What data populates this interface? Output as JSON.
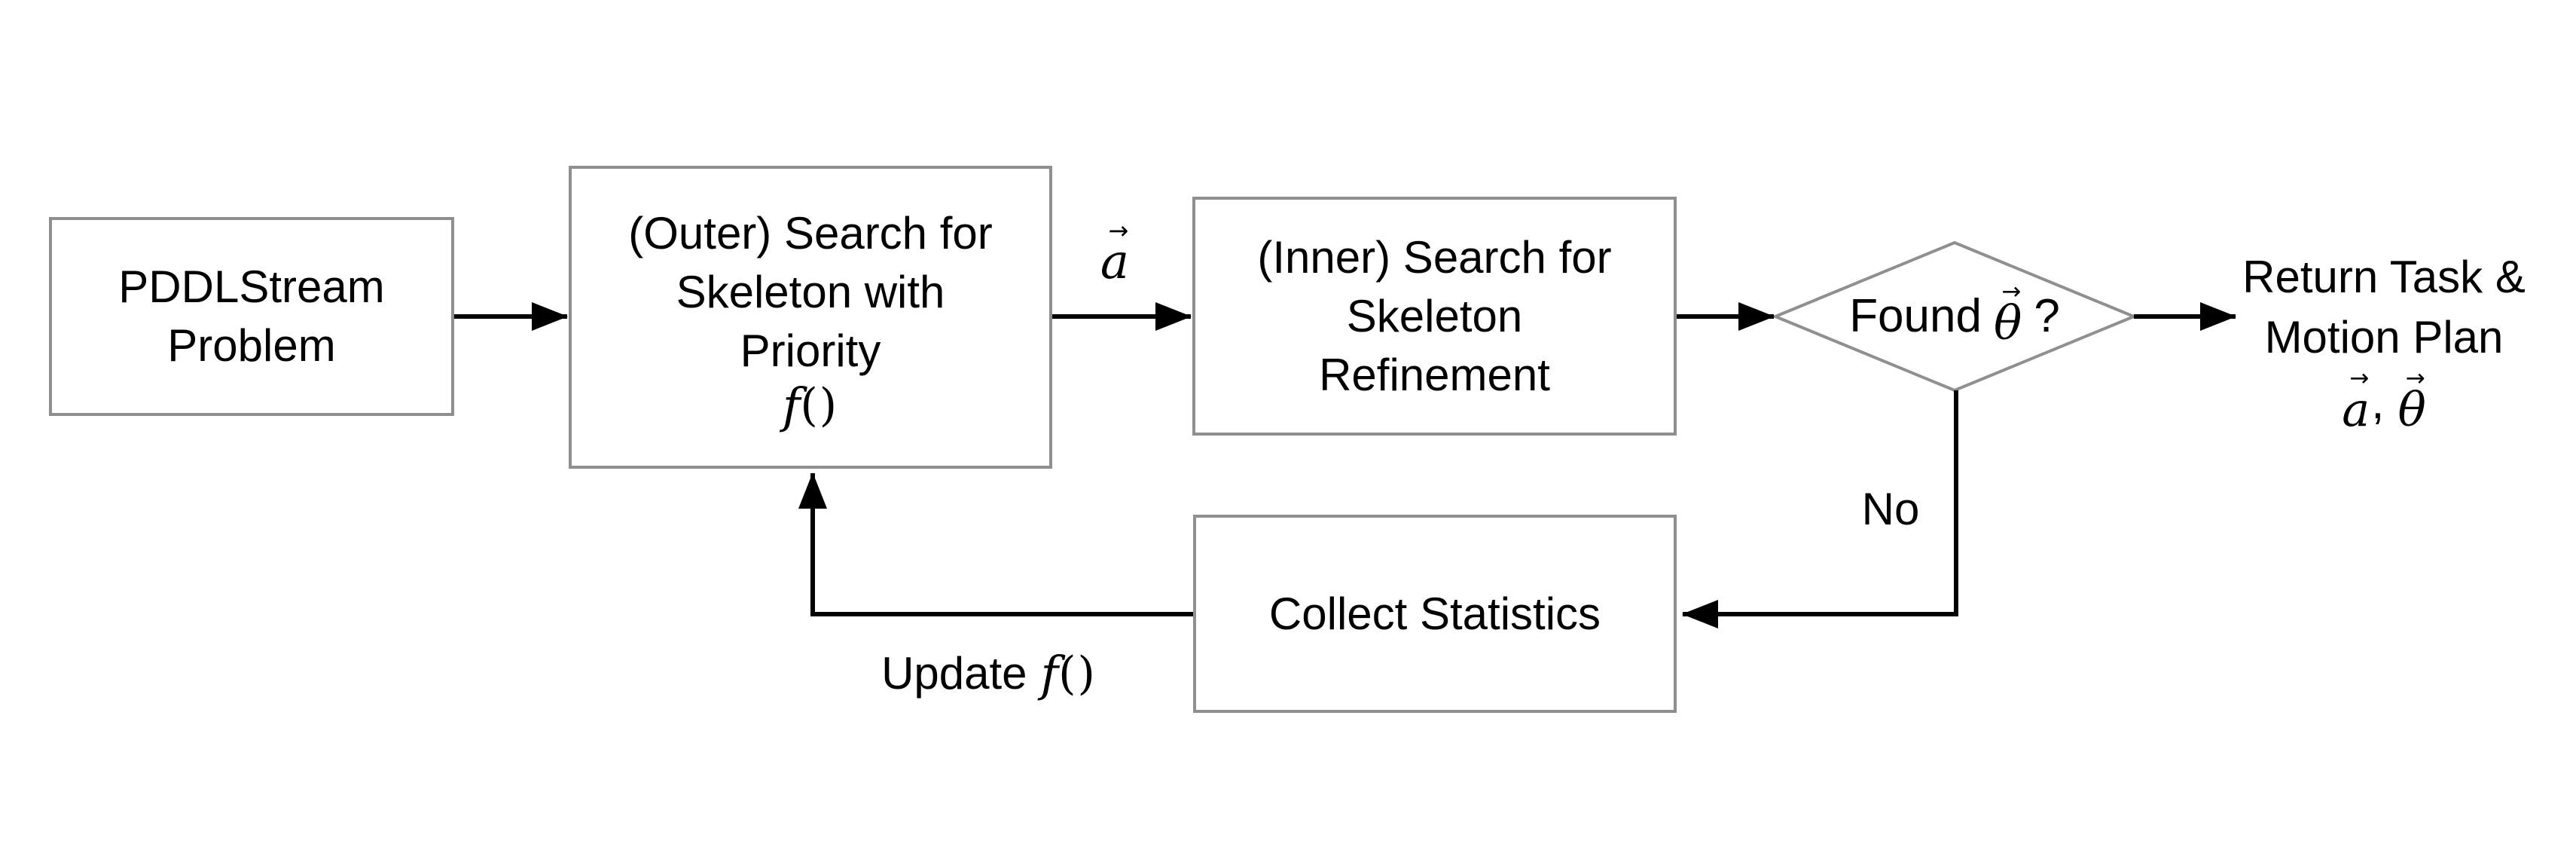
{
  "flowchart": {
    "colors": {
      "background": "#ffffff",
      "box_border": "#8f8f8f",
      "arrow": "#000000",
      "text": "#000000"
    },
    "nodes": {
      "pddlstream_problem": {
        "line1": "PDDLStream",
        "line2": "Problem"
      },
      "outer_search": {
        "line1": "(Outer) Search for",
        "line2": "Skeleton with",
        "line3": "Priority",
        "math_letter": "f",
        "math_parens": "()"
      },
      "inner_search": {
        "line1": "(Inner) Search for",
        "line2": "Skeleton",
        "line3": "Refinement"
      },
      "found_theta": {
        "prefix": "Found",
        "vec_letter": "θ",
        "vec_accent": "→",
        "suffix": "?"
      },
      "collect_statistics": {
        "label": "Collect Statistics"
      },
      "return_plan": {
        "line1": "Return Task &",
        "line2": "Motion Plan",
        "vec1_letter": "a",
        "vec1_accent": "→",
        "separator": ",",
        "vec2_letter": "θ",
        "vec2_accent": "→"
      }
    },
    "edge_labels": {
      "action_skeleton": {
        "vec_letter": "a",
        "vec_accent": "→"
      },
      "no_branch": "No",
      "update_f": {
        "prefix": "Update",
        "math_letter": "f",
        "math_parens": "()"
      }
    }
  }
}
